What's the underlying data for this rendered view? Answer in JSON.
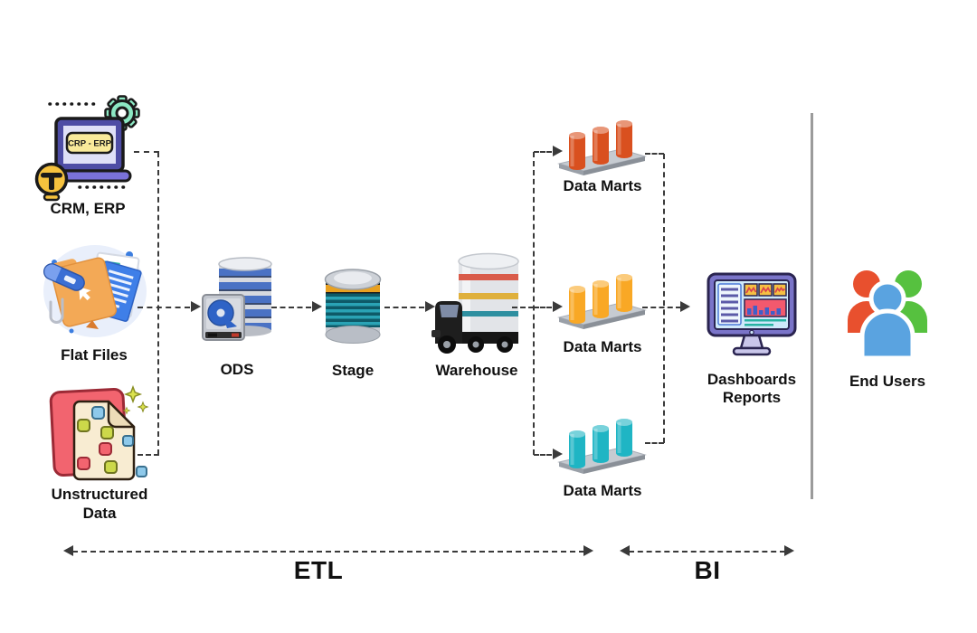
{
  "colors": {
    "arrow": "#3a3a3a",
    "divider": "#9b9b9b",
    "text": "#111111",
    "datamart_1": "#d9501f",
    "datamart_2": "#f9a825",
    "datamart_3": "#1fb5c4"
  },
  "sources": [
    {
      "label": "CRM, ERP",
      "screen_text": "CRP - ERP"
    },
    {
      "label": "Flat Files"
    },
    {
      "label": "Unstructured Data"
    }
  ],
  "stages": [
    {
      "label": "ODS"
    },
    {
      "label": "Stage"
    },
    {
      "label": "Warehouse"
    }
  ],
  "data_marts": [
    {
      "label": "Data Marts"
    },
    {
      "label": "Data Marts"
    },
    {
      "label": "Data Marts"
    }
  ],
  "outputs": {
    "dashboards_line1": "Dashboards",
    "dashboards_line2": "Reports",
    "end_users": "End Users"
  },
  "phases": {
    "etl": "ETL",
    "bi": "BI"
  }
}
